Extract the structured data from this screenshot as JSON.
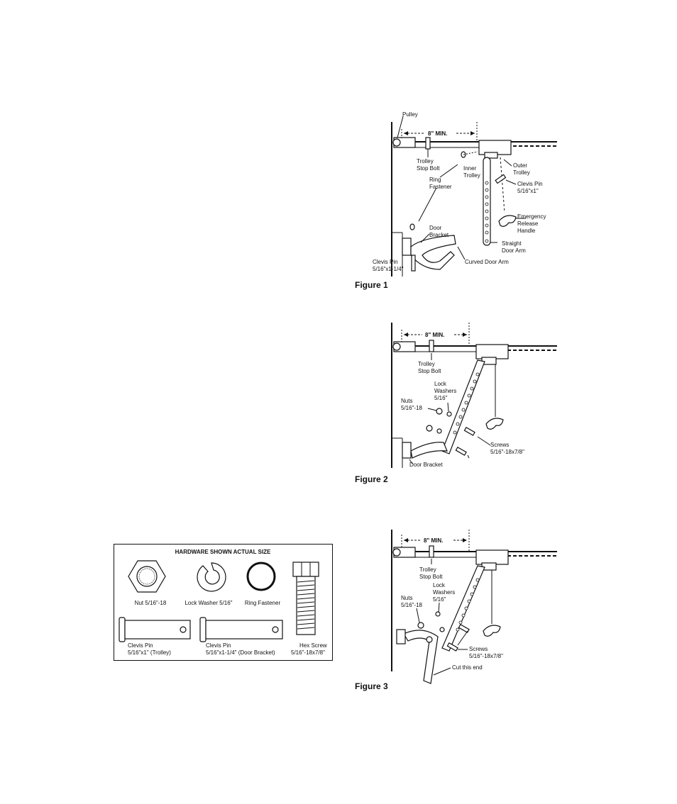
{
  "figure1": {
    "caption": "Figure 1",
    "labels": {
      "pulley": "Pulley",
      "min_spacing": "8\" MIN.",
      "trolley_stop_bolt_1": "Trolley",
      "trolley_stop_bolt_2": "Stop Bolt",
      "inner_trolley_1": "Inner",
      "inner_trolley_2": "Trolley",
      "outer_trolley_1": "Outer",
      "outer_trolley_2": "Trolley",
      "ring_fastener_1": "Ring",
      "ring_fastener_2": "Fastener",
      "clevis_pin_1": "Clevis Pin",
      "clevis_pin_2": "5/16\"x1\"",
      "emergency_1": "Emergency",
      "emergency_2": "Release",
      "emergency_3": "Handle",
      "door_bracket_1": "Door",
      "door_bracket_2": "Bracket",
      "straight_arm_1": "Straight",
      "straight_arm_2": "Door Arm",
      "curved_arm": "Curved Door Arm",
      "clevis_pin_b_1": "Clevis Pin",
      "clevis_pin_b_2": "5/16\"x1-1/4\""
    }
  },
  "figure2": {
    "caption": "Figure 2",
    "labels": {
      "min_spacing": "8\" MIN.",
      "trolley_stop_bolt_1": "Trolley",
      "trolley_stop_bolt_2": "Stop Bolt",
      "lock_washers_1": "Lock",
      "lock_washers_2": "Washers",
      "lock_washers_3": "5/16\"",
      "nuts_1": "Nuts",
      "nuts_2": "5/16\"-18",
      "screws_1": "Screws",
      "screws_2": "5/16\"-18x7/8\"",
      "door_bracket": "Door Bracket"
    }
  },
  "figure3": {
    "caption": "Figure 3",
    "labels": {
      "min_spacing": "8\" MIN.",
      "trolley_stop_bolt_1": "Trolley",
      "trolley_stop_bolt_2": "Stop Bolt",
      "lock_washers_1": "Lock",
      "lock_washers_2": "Washers",
      "lock_washers_3": "5/16\"",
      "nuts_1": "Nuts",
      "nuts_2": "5/16\"-18",
      "screws_1": "Screws",
      "screws_2": "5/16\"-18x7/8\"",
      "cut_end": "Cut this end"
    }
  },
  "hardware": {
    "title": "HARDWARE SHOWN ACTUAL SIZE",
    "nut": "Nut 5/16\"-18",
    "lock_washer": "Lock Washer 5/16\"",
    "ring_fastener": "Ring Fastener",
    "clevis_trolley_1": "Clevis Pin",
    "clevis_trolley_2": "5/16\"x1\" (Trolley)",
    "clevis_bracket_1": "Clevis Pin",
    "clevis_bracket_2": "5/16\"x1-1/4\" (Door Bracket)",
    "hex_screw_1": "Hex Screw",
    "hex_screw_2": "5/16\"-18x7/8\""
  }
}
